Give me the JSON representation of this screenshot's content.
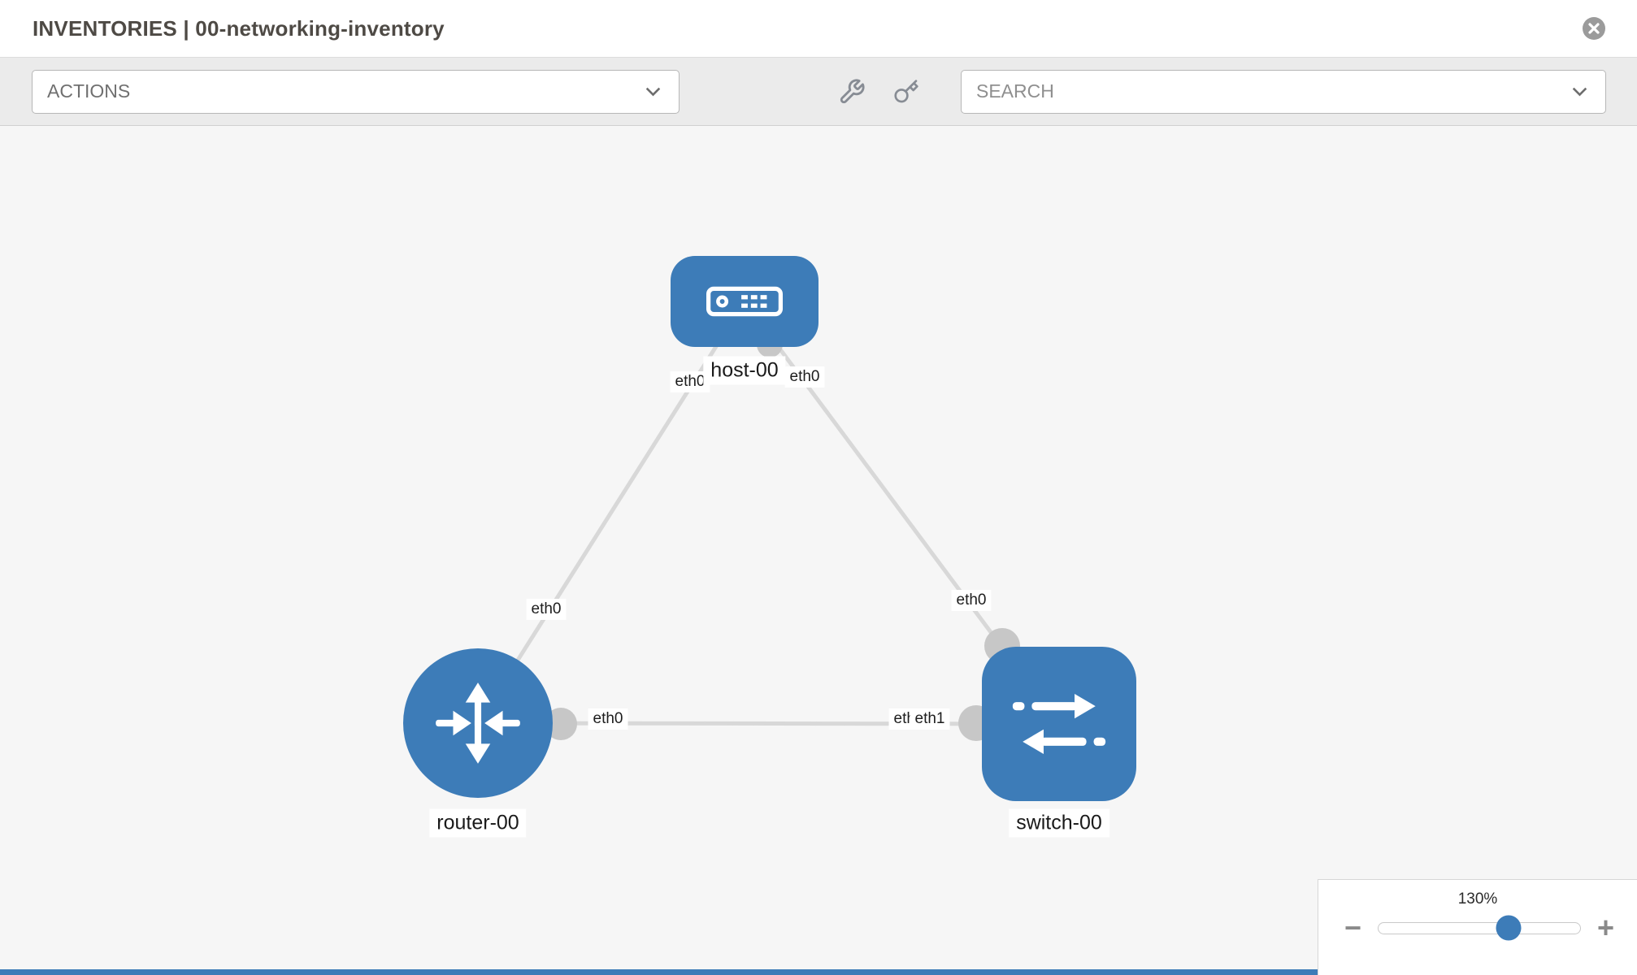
{
  "header": {
    "title": "INVENTORIES | 00-networking-inventory"
  },
  "toolbar": {
    "actions_label": "ACTIONS",
    "search_placeholder": "SEARCH"
  },
  "topology": {
    "nodes": [
      {
        "id": "host-00",
        "type": "host",
        "label": "host-00"
      },
      {
        "id": "router-00",
        "type": "router",
        "label": "router-00"
      },
      {
        "id": "switch-00",
        "type": "switch",
        "label": "switch-00"
      }
    ],
    "links": [
      {
        "from": "host-00",
        "to": "router-00",
        "from_label": "eth0",
        "to_label": "eth0"
      },
      {
        "from": "host-00",
        "to": "switch-00",
        "from_label": "eth0",
        "to_label": "eth0"
      },
      {
        "from": "router-00",
        "to": "switch-00",
        "from_label": "eth0",
        "to_label": "eth1",
        "to_label_overlapped": "eth0"
      }
    ]
  },
  "zoom": {
    "level": "130%",
    "minus_label": "−",
    "plus_label": "+"
  },
  "colors": {
    "node_blue": "#3d7cb8",
    "canvas_bg": "#f6f6f6",
    "link_gray": "#d8d8d8"
  }
}
